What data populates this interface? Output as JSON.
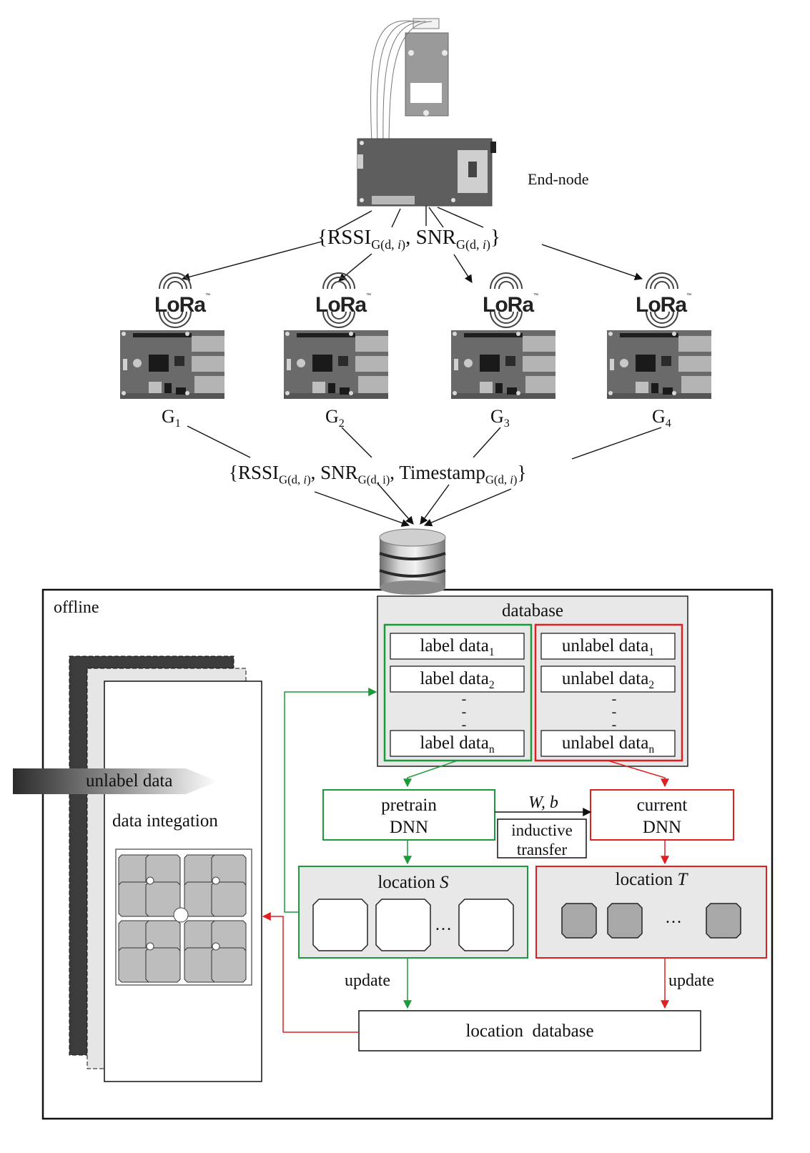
{
  "end_node": {
    "label": "End-node"
  },
  "uplink": {
    "open": "{RSSI",
    "rssi_sub": "G(d, ",
    "rssi_sub_i": "i",
    "rssi_sub_close": ")",
    "comma": ", SNR",
    "snr_sub": "G(d, ",
    "snr_sub_i": "i",
    "snr_sub_close": ")",
    "close": "}"
  },
  "gateways": [
    {
      "brand": "LoRa",
      "tm": "™",
      "name": "G",
      "index": "1"
    },
    {
      "brand": "LoRa",
      "tm": "™",
      "name": "G",
      "index": "2"
    },
    {
      "brand": "LoRa",
      "tm": "™",
      "name": "G",
      "index": "3"
    },
    {
      "brand": "LoRa",
      "tm": "™",
      "name": "G",
      "index": "4"
    }
  ],
  "backhaul": {
    "open": "{RSSI",
    "rssi_sub": "G(d, ",
    "rssi_sub_i": "i",
    "rssi_sub_close": ")",
    "snr": ", SNR",
    "snr_sub": "G(d, i)",
    "ts": ", Timestamp",
    "ts_sub": "G(d, ",
    "ts_sub_i": "i",
    "ts_sub_close": ")",
    "close": "}"
  },
  "offline": {
    "label": "offline"
  },
  "database": {
    "title": "database",
    "label_items": [
      {
        "text": "label data",
        "sub": "1"
      },
      {
        "text": "label data",
        "sub": "2"
      },
      {
        "text": "label data",
        "sub": "n"
      }
    ],
    "unlabel_items": [
      {
        "text": "unlabel data",
        "sub": "1"
      },
      {
        "text": "unlabel data",
        "sub": "2"
      },
      {
        "text": "unlabel data",
        "sub": "n"
      }
    ],
    "ellipsis": "-"
  },
  "integration": {
    "arrow_label": "unlabel data",
    "title": "data integation"
  },
  "pretrain": {
    "line1": "pretrain",
    "line2": "DNN"
  },
  "current": {
    "line1": "current",
    "line2": "DNN"
  },
  "transfer": {
    "params": "W, b",
    "line1": "inductive",
    "line2": "transfer"
  },
  "location_s": {
    "prefix": "location ",
    "var": "S",
    "ellipsis": "…"
  },
  "location_t": {
    "prefix": "location ",
    "var": "T",
    "ellipsis": "…"
  },
  "update_left": "update",
  "update_right": "update",
  "location_db": "location  database",
  "colors": {
    "green": "#1a9a3a",
    "red": "#e02020",
    "panel": "#e8e8e8",
    "dark": "#3a3a3a"
  }
}
